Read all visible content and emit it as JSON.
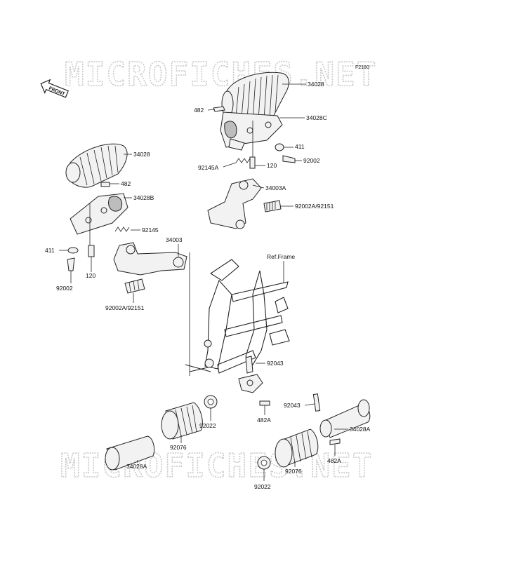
{
  "diagram": {
    "code": "F2180",
    "watermark": "MICROFICHES.NET",
    "front_label": "FRONT",
    "labels": {
      "p34028_top": "34028",
      "p482_top": "482",
      "p34028C": "34028C",
      "p411_right": "411",
      "p92002_right": "92002",
      "p92145A": "92145A",
      "p120_right": "120",
      "p34003A": "34003A",
      "p92002A_92151_right": "92002A/92151",
      "p34028_left": "34028",
      "p482_left": "482",
      "p34028B": "34028B",
      "p92145": "92145",
      "p34003": "34003",
      "p411_left": "411",
      "p120_left": "120",
      "p92002_left": "92002",
      "p92002A_92151_left": "92002A/92151",
      "ref_frame": "Ref.Frame",
      "p92043_upper": "92043",
      "p92043_right": "92043",
      "p92022_upper": "92022",
      "p482A_upper": "482A",
      "p92076_left": "92076",
      "p34028A_left": "34028A",
      "p34028A_right": "34028A",
      "p482A_lower": "482A",
      "p92076_right": "92076",
      "p92022_lower": "92022"
    }
  }
}
